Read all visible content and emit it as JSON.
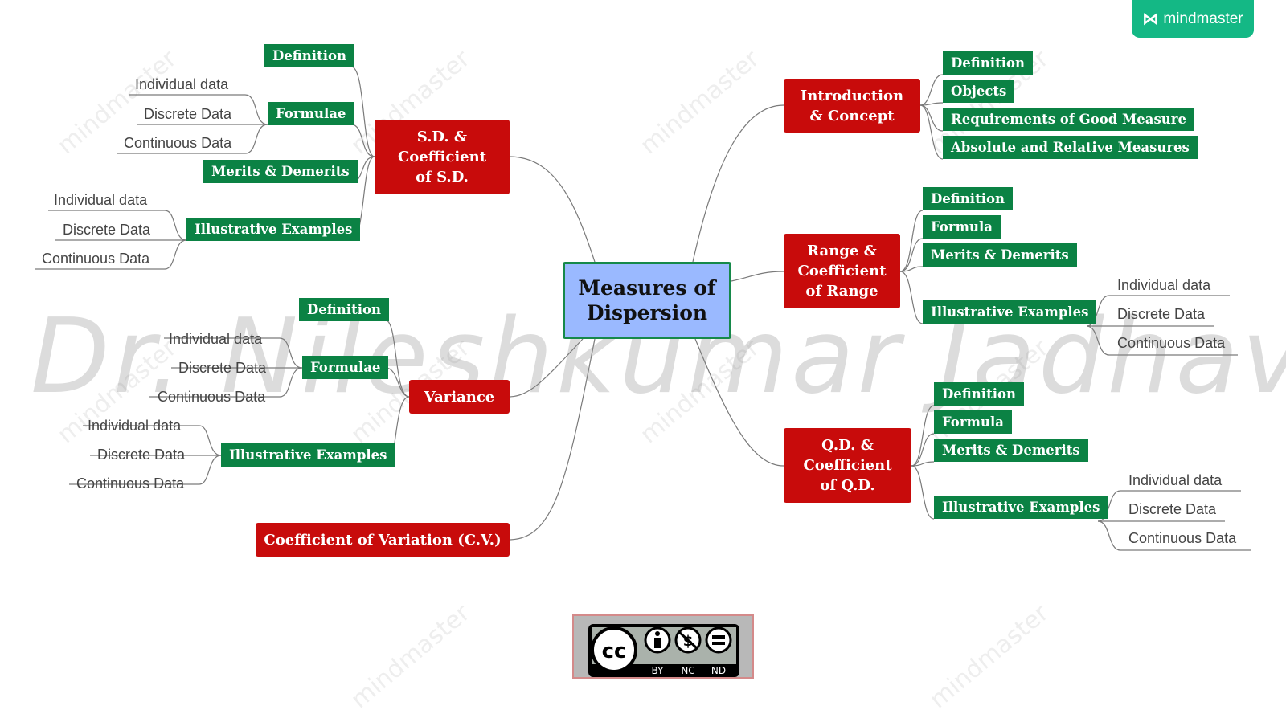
{
  "brand": {
    "name": "mindmaster"
  },
  "watermark": {
    "author": "Dr. Nileshkumar Jadhav",
    "tile": "mindmaster"
  },
  "center": {
    "title": "Measures of\nDispersion"
  },
  "branches": {
    "sd": {
      "title": "S.D. &\nCoefficient\nof S.D.",
      "definition": "Definition",
      "formulae": "Formulae",
      "merits": "Merits & Demerits",
      "examples": "Illustrative Examples",
      "formulae_leaves": [
        "Individual data",
        "Discrete Data",
        "Continuous Data"
      ],
      "examples_leaves": [
        "Individual data",
        "Discrete Data",
        "Continuous Data"
      ]
    },
    "variance": {
      "title": "Variance",
      "definition": "Definition",
      "formulae": "Formulae",
      "examples": "Illustrative Examples",
      "formulae_leaves": [
        "Individual data",
        "Discrete Data",
        "Continuous Data"
      ],
      "examples_leaves": [
        "Individual data",
        "Discrete Data",
        "Continuous Data"
      ]
    },
    "cv": {
      "title": "Coefficient of Variation (C.V.)"
    },
    "intro": {
      "title": "Introduction\n& Concept",
      "children": [
        "Definition",
        "Objects",
        "Requirements of Good Measure",
        "Absolute and Relative Measures"
      ]
    },
    "range": {
      "title": "Range &\nCoefficient\nof Range",
      "definition": "Definition",
      "formula": "Formula",
      "merits": "Merits & Demerits",
      "examples": "Illustrative Examples",
      "examples_leaves": [
        "Individual data",
        "Discrete Data",
        "Continuous Data"
      ]
    },
    "qd": {
      "title": "Q.D. &\nCoefficient\nof Q.D.",
      "definition": "Definition",
      "formula": "Formula",
      "merits": "Merits & Demerits",
      "examples": "Illustrative Examples",
      "examples_leaves": [
        "Individual data",
        "Discrete Data",
        "Continuous Data"
      ]
    }
  },
  "license": {
    "icons": [
      "cc-icon",
      "by-icon",
      "nc-icon",
      "nd-icon"
    ],
    "labels": [
      "BY",
      "NC",
      "ND"
    ]
  },
  "colors": {
    "main_topic": "#c80b0b",
    "subtopic": "#0b8244",
    "center": "#9ab9ff",
    "brand": "#14b885"
  }
}
